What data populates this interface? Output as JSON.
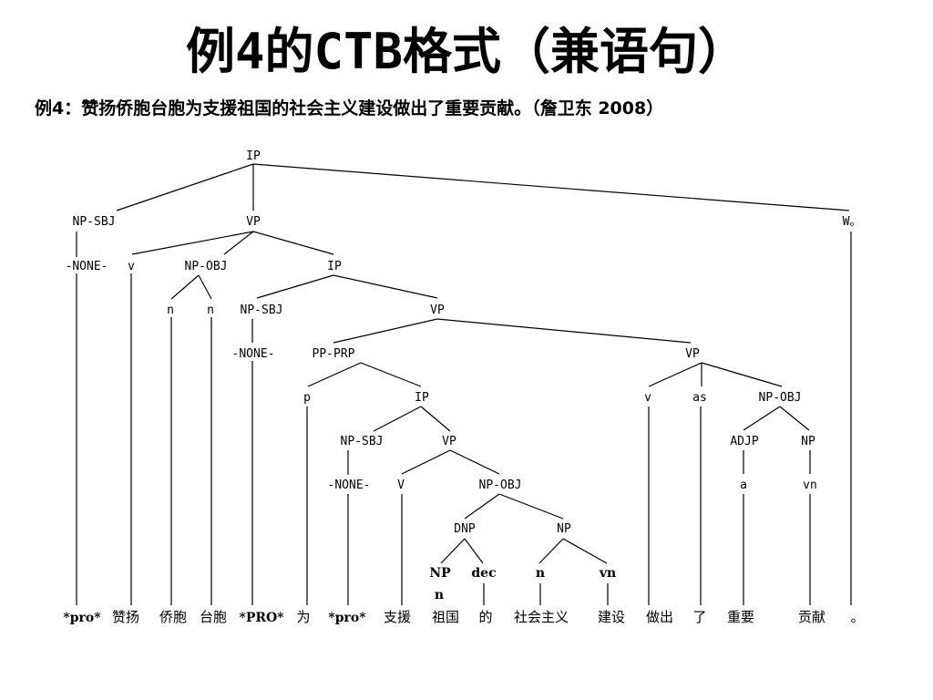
{
  "title": "例4的CTB格式（兼语句）",
  "subtitle": "例4：赞扬侨胞台胞为支援祖国的社会主义建设做出了重要贡献。（詹卫东 2008）",
  "nodes": {
    "ip_root": "IP",
    "np_sbj_1": "NP-SBJ",
    "vp_1": "VP",
    "w_end": "W。",
    "none_1": "-NONE-",
    "v_1": "v",
    "np_obj_1": "NP-OBJ",
    "ip_2": "IP",
    "n_1": "n",
    "n_2": "n",
    "np_sbj_2": "NP-SBJ",
    "vp_2": "VP",
    "none_2": "-NONE-",
    "pp_prp": "PP-PRP",
    "vp_3": "VP",
    "p_1": "p",
    "ip_3": "IP",
    "v_2": "v",
    "as_1": "as",
    "np_obj_2": "NP-OBJ",
    "np_sbj_3": "NP-SBJ",
    "vp_4": "VP",
    "adjp": "ADJP",
    "np_1": "NP",
    "none_3": "-NONE-",
    "v_3": "V",
    "np_obj_3": "NP-OBJ",
    "a_1": "a",
    "vn_1": "vn",
    "dnp": "DNP",
    "np_2": "NP",
    "np_3": "NP",
    "dec": "dec",
    "n_3": "n",
    "vn_2": "vn",
    "n_4": "n"
  },
  "words": {
    "w1": "*pro*",
    "w2": "赞扬",
    "w3": "侨胞",
    "w4": "台胞",
    "w5": "*PRO*",
    "w6": "为",
    "w7": "*pro*",
    "w8": "支援",
    "w9": "祖国",
    "w10": "的",
    "w11": "社会主义",
    "w12": "建设",
    "w13": "做出",
    "w14": "了",
    "w15": "重要",
    "w16": "贡献",
    "w17": "。"
  }
}
